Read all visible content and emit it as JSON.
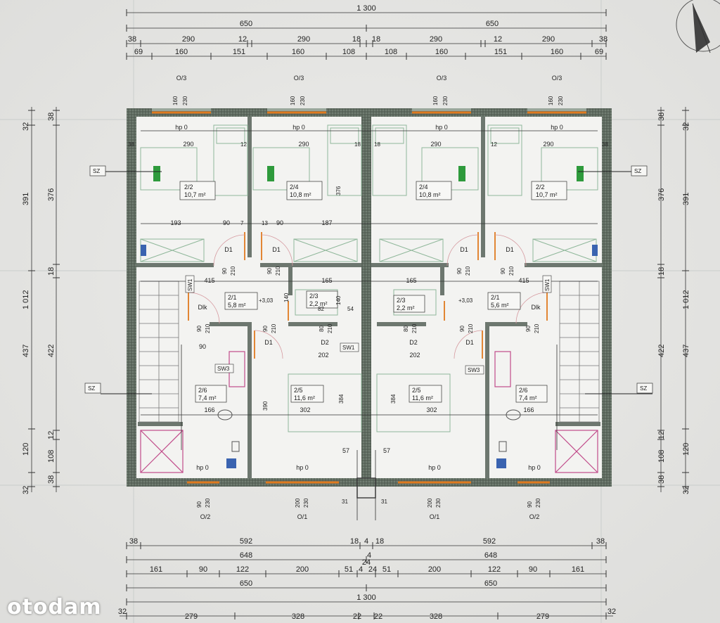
{
  "watermark": "otodam",
  "top_dims": {
    "row1": [
      "1 300"
    ],
    "row2": [
      "650",
      "650"
    ],
    "row3": [
      "38",
      "290",
      "12",
      "290",
      "18",
      "18",
      "290",
      "12",
      "290",
      "38"
    ],
    "row4": [
      "69",
      "160",
      "151",
      "160",
      "108",
      "108",
      "160",
      "151",
      "160",
      "69"
    ]
  },
  "bottom_dims": {
    "row1": [
      "38",
      "592",
      "18",
      "4",
      "18",
      "592",
      "38"
    ],
    "row2": [
      "648",
      "4",
      "648"
    ],
    "row3": [
      "161",
      "90",
      "122",
      "200",
      "51",
      "4",
      "24",
      "51",
      "200",
      "122",
      "90",
      "161"
    ],
    "row4": [
      "650",
      "24",
      "650"
    ],
    "row5": [
      "1 300"
    ],
    "row6": [
      "32",
      "279",
      "328",
      "22",
      "22",
      "328",
      "279",
      "32"
    ]
  },
  "left_dims": {
    "outer": [
      "32",
      "391",
      "1 012",
      "437",
      "120",
      "32"
    ],
    "inner": [
      "38",
      "376",
      "18",
      "422",
      "12",
      "108",
      "38"
    ]
  },
  "right_dims": {
    "inner": [
      "38",
      "376",
      "18",
      "422",
      "108",
      "12",
      "38"
    ],
    "outer": [
      "32",
      "391",
      "1 012",
      "437",
      "120",
      "32"
    ]
  },
  "window_tags": {
    "top": [
      "O/3",
      "O/3",
      "O/3",
      "O/3"
    ],
    "bottom": [
      "O/2",
      "O/1",
      "O/1",
      "O/2"
    ],
    "top_dims": [
      "160",
      "230",
      "160",
      "230",
      "160",
      "230",
      "160",
      "230"
    ],
    "bottom_dims": [
      "90",
      "230",
      "200",
      "230",
      "200",
      "230",
      "90",
      "230"
    ],
    "hp": "hp 0"
  },
  "rooms": [
    {
      "id": "2/2",
      "area": "10,7 m²"
    },
    {
      "id": "2/4",
      "area": "10,8 m²"
    },
    {
      "id": "2/4",
      "area": "10,8 m²"
    },
    {
      "id": "2/2",
      "area": "10,7 m²"
    },
    {
      "id": "2/1",
      "area": "5,8 m²"
    },
    {
      "id": "2/3",
      "area": "2,2 m²"
    },
    {
      "id": "2/3",
      "area": "2,2 m²"
    },
    {
      "id": "2/1",
      "area": "5,6 m²"
    },
    {
      "id": "2/6",
      "area": "7,4 m²"
    },
    {
      "id": "2/5",
      "area": "11,6 m²"
    },
    {
      "id": "2/5",
      "area": "11,6 m²"
    },
    {
      "id": "2/6",
      "area": "7,4 m²"
    }
  ],
  "doors": {
    "d1": "D1",
    "d2": "D2",
    "dlk": "Dlk",
    "h90": "90",
    "h210": "210",
    "h80": "80"
  },
  "tags": {
    "sz": "SZ",
    "sw1": "SW1",
    "sw3": "SW3",
    "level": "+3,03"
  },
  "interior_dims": {
    "w290": "290",
    "w12": "12",
    "w18": "18",
    "r193": "193",
    "r90": "90",
    "r7": "7",
    "r13": "13",
    "r187": "187",
    "h415": "415",
    "h165": "165",
    "h82": "82",
    "h54": "54",
    "h140": "140",
    "h202": "202",
    "h302": "302",
    "h166": "166",
    "h376": "376",
    "h390": "390",
    "h384": "384",
    "h57": "57",
    "h31": "31",
    "h38": "38"
  }
}
